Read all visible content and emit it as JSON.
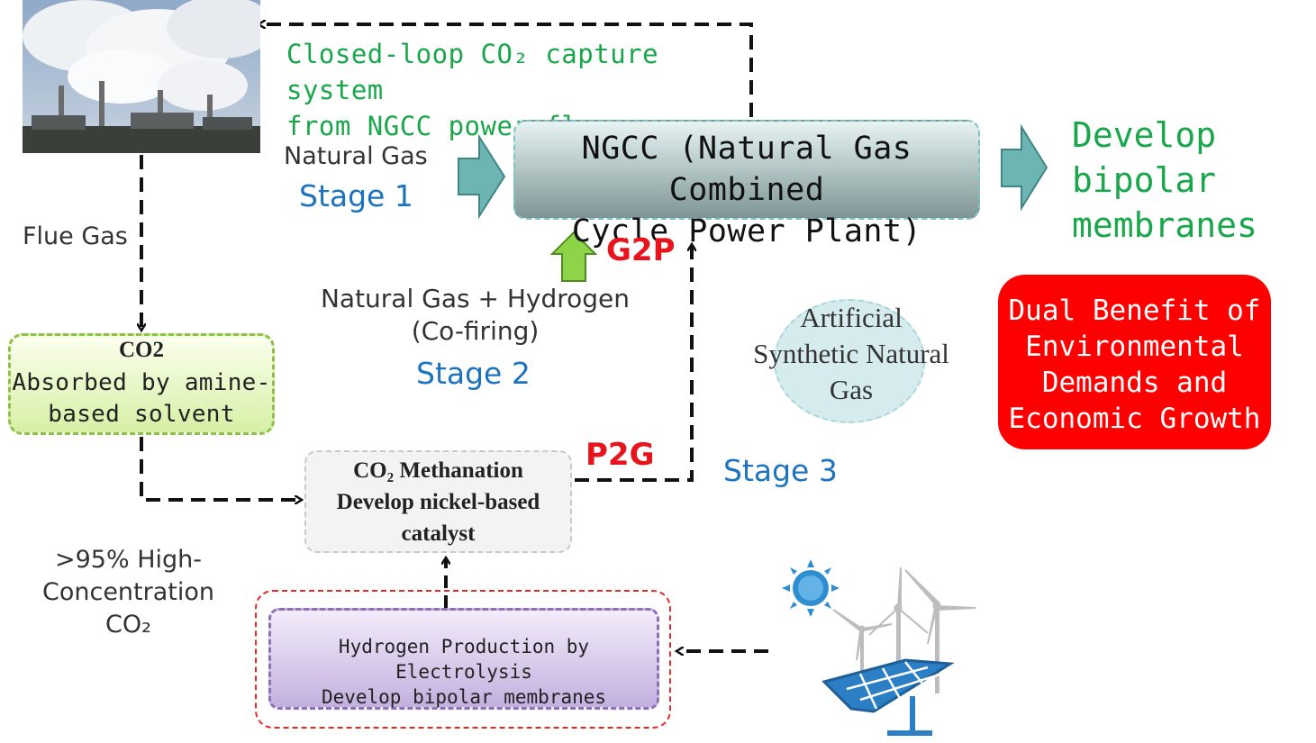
{
  "colors": {
    "green_text": "#1aa64a",
    "stage_blue": "#1e73be",
    "red_label": "#e8141c",
    "dual_benefit_bg": "#ff0000",
    "teal_arrow": "#6db5b3",
    "lime_arrow": "#8ed448"
  },
  "icons": [
    "factory-smokestack-photo",
    "sun-icon",
    "wind-turbine-icon",
    "solar-panel-icon"
  ],
  "loop_caption": {
    "line1": "Closed-loop CO₂ capture system",
    "line2": "from NGCC power flue gas"
  },
  "stage1": {
    "input": "Natural Gas",
    "label": "Stage 1"
  },
  "ngcc": {
    "line1": "NGCC (Natural Gas Combined",
    "line2": "Cycle Power Plant)"
  },
  "develop_output": {
    "line1": "Develop",
    "line2": "bipolar",
    "line3": "membranes"
  },
  "flue_gas": "Flue Gas",
  "g2p": "G2P",
  "p2g": "P2G",
  "stage2": {
    "line1": "Natural Gas + Hydrogen",
    "line2": "(Co-firing)",
    "label": "Stage 2"
  },
  "synthetic_gas": {
    "line1": "Artificial",
    "line2": "Synthetic Natural",
    "line3": "Gas"
  },
  "stage3": {
    "label": "Stage 3"
  },
  "dual_benefit": {
    "line1": "Dual Benefit of",
    "line2": "Environmental",
    "line3": "Demands and",
    "line4": "Economic Growth"
  },
  "co2_capture": {
    "title": "CO2",
    "line1": "Absorbed by amine-",
    "line2": "based solvent"
  },
  "methanation": {
    "line1": "CO₂ Methanation",
    "line2": "Develop nickel-based",
    "line3": "catalyst"
  },
  "high_co2": {
    "line1": ">95% High-",
    "line2": "Concentration",
    "line3": "CO₂"
  },
  "hydrogen": {
    "line1": "Hydrogen Production by Electrolysis",
    "line2": "Develop bipolar membranes"
  }
}
